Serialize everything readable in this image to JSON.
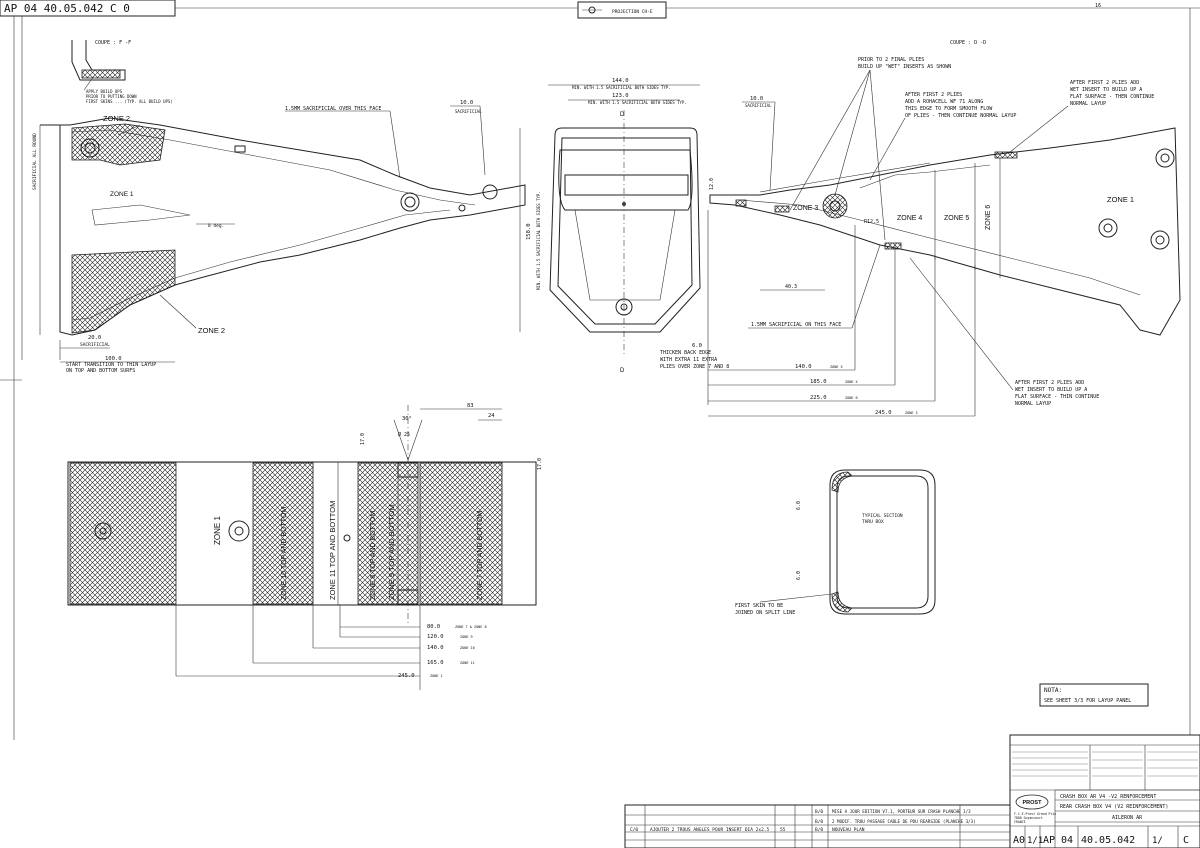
{
  "header": {
    "ref_top_left": "AP 04 40.05.042 C 0",
    "projection": "PROJECTION CH-E",
    "page_mark": "16"
  },
  "section_ff": {
    "title": "COUPE : F -F",
    "note1": "APPLY BUILD UPS",
    "note2": "PRIOR TO PUTTING DOWN",
    "note3": "FIRST SKINS ... (TYP. ALL BUILD UPS)"
  },
  "section_dd": {
    "title": "COUPE : D -D"
  },
  "left_view": {
    "zone2_top": "ZONE 2",
    "zone1": "ZONE 1",
    "zone2_bottom": "ZONE 2",
    "sacrificial_note": "1.5MM SACRIFICIAL OVER THIS FACE",
    "dim_10": "10.0",
    "dim_10_sub": "SACRIFICIAL",
    "dim_20": "20.0",
    "dim_20_sub": "SACRIFICIAL",
    "dim_100": "100.0",
    "transition_note1": "START TRANSITION TO THIN LAYUP",
    "transition_note2": "ON TOP AND BOTTOM SURFS",
    "side_label": "SACRIFICIAL ALL ROUND",
    "small_dim": "8 deg."
  },
  "center_view": {
    "dim_144": "144.0",
    "dim_144_sub": "MIN. WITH 1.5 SACRIFICIAL BOTH SIDES TYP.",
    "dim_123": "123.0",
    "dim_123_sub": "MIN. WITH 1.5 SACRIFICIAL BOTH SIDES TYP.",
    "section_d": "D",
    "dim_158": "158.0",
    "dim_158_sub": "MIN. WITH 1.5 SACRIFICIAL BOTH SIDES TYP."
  },
  "right_view": {
    "dim_10": "10.0",
    "dim_10_sub": "SACRIFICIAL",
    "note_plies1": "PRIOR TO 2 FINAL PLIES",
    "note_plies2": "BUILD UP \"WET\" INSERTS AS SHOWN",
    "note_rohacell1": "AFTER FIRST 2 PLIES",
    "note_rohacell2": "ADD A ROHACELL WF 71 ALONG",
    "note_rohacell3": "THIS EDGE TO FORM SMOOTH FLOW",
    "note_rohacell4": "OF PLIES - THEN CONTINUE NORMAL LAYUP",
    "note_insert1": "AFTER FIRST 2 PLIES ADD",
    "note_insert2": "WET INSERT TO BUILD UP A",
    "note_insert3": "FLAT SURFACE - THEN CONTINUE",
    "note_insert4": "NORMAL LAYUP",
    "zone3": "ZONE 3",
    "zone4": "ZONE 4",
    "zone5": "ZONE 5",
    "zone6": "ZONE 6",
    "zone1": "ZONE 1",
    "sacrificial_note": "1.5MM SACRIFICIAL ON THIS FACE",
    "thicken1": "THICKEN BACK EDGE",
    "thicken2": "WITH EXTRA 11 EXTRA",
    "thicken3": "PLIES OVER ZONE 7 AND 8",
    "dim_6": "6.0",
    "dim_140": "140.0",
    "dim_140_z": "ZONE 5",
    "dim_185": "185.0",
    "dim_185_z": "ZONE 4",
    "dim_225": "225.0",
    "dim_225_z": "ZONE 6",
    "dim_245": "245.0",
    "dim_245_z": "ZONE 3",
    "dim_40": "40.3",
    "dim_12": "12.0",
    "dim_r12": "R12.5",
    "note_bottom1": "AFTER FIRST 2 PLIES ADD",
    "note_bottom2": "WET INSERT TO BUILD UP A",
    "note_bottom3": "FLAT SURFACE - THIN CONTINUE",
    "note_bottom4": "NORMAL LAYUP"
  },
  "flat_view": {
    "dim_30deg": "30°",
    "dim_hole": "Ø 25",
    "dim_83": "83",
    "dim_24": "24",
    "dim_17a": "17.0",
    "dim_17b": "17.0",
    "zone1": "ZONE 1",
    "zone11": "ZONE 11 TOP AND BOTTOM",
    "zone10": "ZONE 10 TOP AND BOTTOM",
    "zone9": "ZONE 9 TOP AND BOTTOM",
    "zone8": "ZONE 8 TOP AND BOTTOM",
    "zone7": "ZONE 7 TOP AND BOTTOM",
    "dim_80": "80.0",
    "dim_80_z": "ZONE 7 & ZONE 8",
    "dim_120": "120.0",
    "dim_120_z": "ZONE 9",
    "dim_140": "140.0",
    "dim_140_z": "ZONE 10",
    "dim_165": "165.0",
    "dim_165_z": "ZONE 11",
    "dim_245": "245.0",
    "dim_245_z": "ZONE 1"
  },
  "typical_section": {
    "label1": "TYPICAL SECTION",
    "label2": "THRU BOX",
    "split1": "FIRST SKIN TO BE",
    "split2": "JOINED ON SPLIT LINE",
    "dim_a": "6.0",
    "dim_b": "6.0"
  },
  "nota": {
    "title": "NOTA:",
    "text": "SEE SHEET 3/3 FOR LAYUP PANEL"
  },
  "title_block": {
    "row1": "CRASH BOX AR V4 -V2 RENFORCEMENT",
    "row2": "REAR CRASH BOX V4 (V2 REINFORCEMENT)",
    "row3": "AILERON AR",
    "brand": "PROST",
    "company1": "F.1 E.Prost Grand Prix",
    "company2": "7880 Guyancourt",
    "company3": "FRANCE",
    "format": "A0",
    "scale": "1/1",
    "doc_prefix": "AP",
    "doc_group": "04",
    "doc_number": "40.05.042",
    "sheet": "1/",
    "rev": "C"
  },
  "revisions": [
    {
      "id": "C/0",
      "text": "AJOUTER 2 TROUS ANGLES POUR INSERT DIA 2x2.5",
      "ref": "55"
    },
    {
      "id": "B/0",
      "text": "NOUVEAU PLAN",
      "ref": ""
    },
    {
      "id": "B/0",
      "text": "MISE A JOUR EDITION V7.1, PORTEUR SUR CRASH PLANCHE 1/3",
      "ref": ""
    },
    {
      "id": "B/0",
      "text": "2 MODIF. TROU PASSAGE CABLE DE PDU REARSIDE (PLANCHE 3/3)",
      "ref": ""
    }
  ]
}
